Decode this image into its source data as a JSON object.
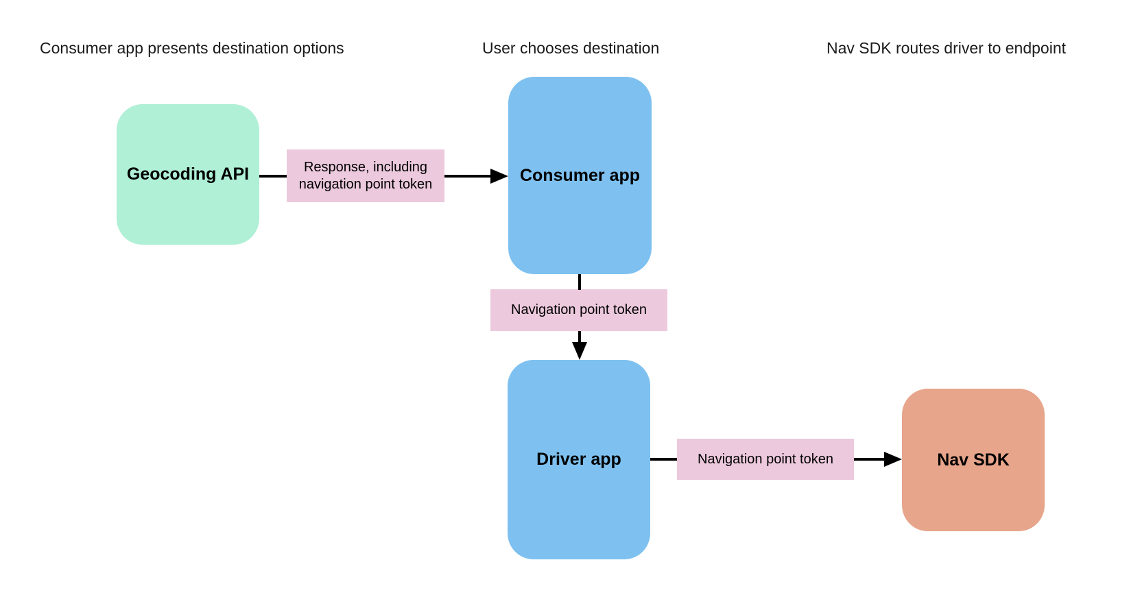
{
  "diagram": {
    "type": "flowchart",
    "background": "#ffffff",
    "headers": {
      "col1": "Consumer app presents destination options",
      "col2": "User chooses destination",
      "col3": "Nav SDK routes driver to endpoint"
    },
    "nodes": {
      "geocoding_api": {
        "label": "Geocoding API",
        "fill": "#aff0d6"
      },
      "consumer_app": {
        "label": "Consumer app",
        "fill": "#7ec1f0"
      },
      "driver_app": {
        "label": "Driver app",
        "fill": "#7ec1f0"
      },
      "nav_sdk": {
        "label": "Nav SDK",
        "fill": "#e7a58b"
      }
    },
    "edge_labels": {
      "response": {
        "label": "Response, including navigation point token",
        "fill": "#ecc9dd"
      },
      "token_consumer_to_driver": {
        "label": "Navigation point token",
        "fill": "#ecc9dd"
      },
      "token_driver_to_navsdk": {
        "label": "Navigation point token",
        "fill": "#ecc9dd"
      }
    },
    "edges": [
      {
        "from": "geocoding_api",
        "to": "consumer_app",
        "via": "response"
      },
      {
        "from": "consumer_app",
        "to": "driver_app",
        "via": "token_consumer_to_driver"
      },
      {
        "from": "driver_app",
        "to": "nav_sdk",
        "via": "token_driver_to_navsdk"
      }
    ],
    "colors": {
      "connector": "#000000",
      "node_text": "#000000",
      "header_text": "#1b1b1d"
    }
  }
}
